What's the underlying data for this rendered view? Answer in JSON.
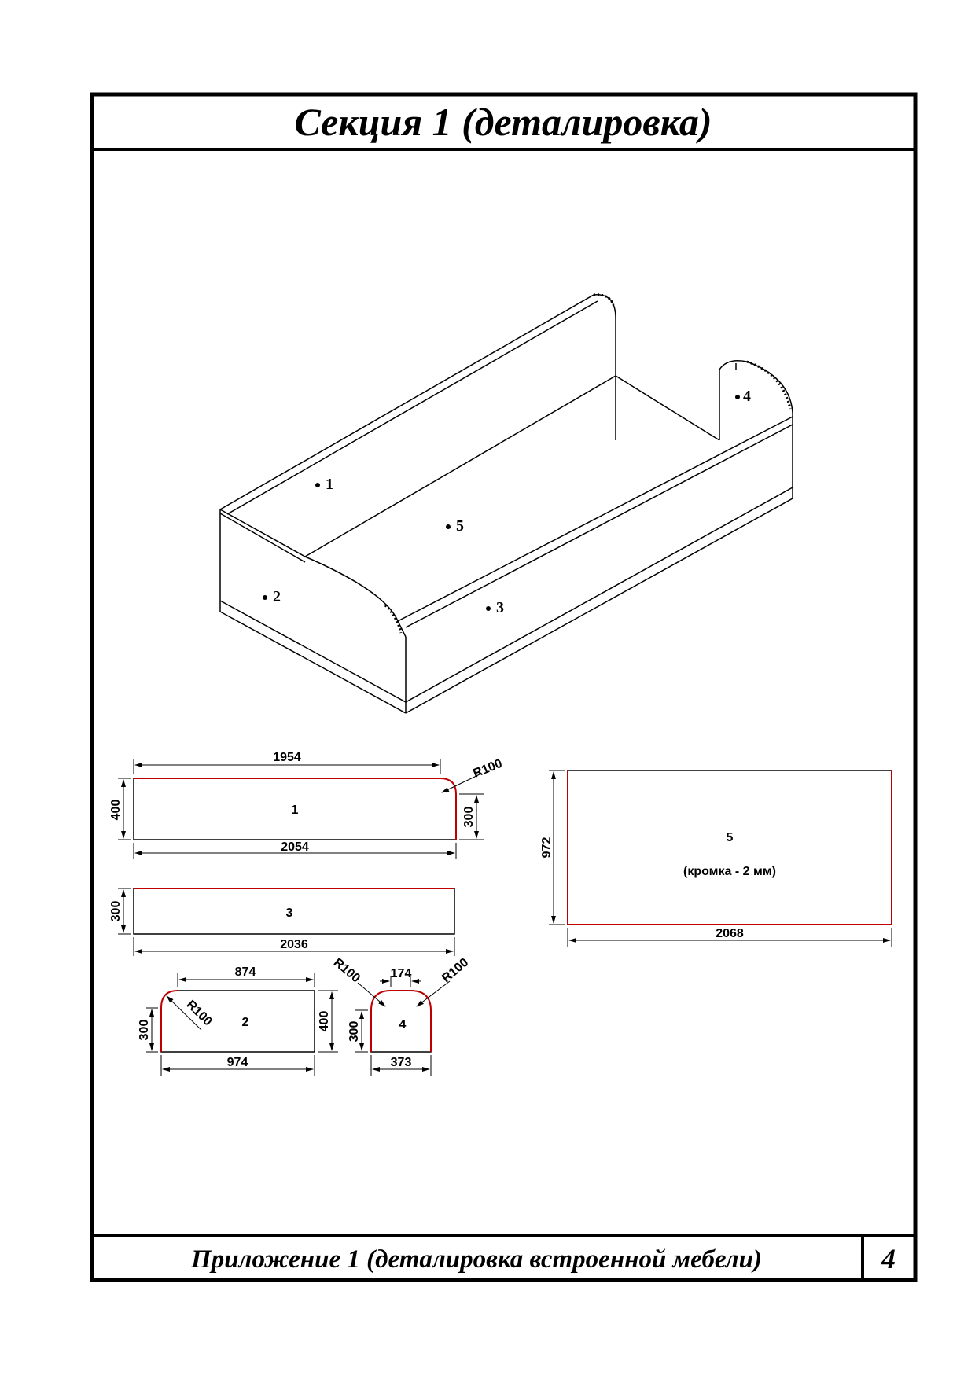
{
  "header": {
    "title": "Секция 1 (деталировка)"
  },
  "footer": {
    "caption": "Приложение 1 (деталировка встроенной мебели)",
    "page_number": "4"
  },
  "colors": {
    "line": "#000000",
    "edge_band": "#c00000"
  },
  "iso_view": {
    "labels": [
      "1",
      "2",
      "3",
      "4",
      "5"
    ]
  },
  "parts": {
    "p1": {
      "label": "1",
      "dim_top": "1954",
      "dim_bottom": "2054",
      "dim_left": "400",
      "dim_right": "300",
      "radius": "R100"
    },
    "p3": {
      "label": "3",
      "dim_bottom": "2036",
      "dim_left": "300"
    },
    "p2": {
      "label": "2",
      "dim_top": "874",
      "dim_bottom": "974",
      "dim_left": "300",
      "dim_right": "400",
      "radius": "R100"
    },
    "p4": {
      "label": "4",
      "dim_top": "174",
      "dim_bottom": "373",
      "dim_left": "300",
      "radius_left": "R100",
      "radius_right": "R100"
    },
    "p5": {
      "label": "5",
      "note": "(кромка - 2 мм)",
      "dim_bottom": "2068",
      "dim_left": "972"
    }
  }
}
